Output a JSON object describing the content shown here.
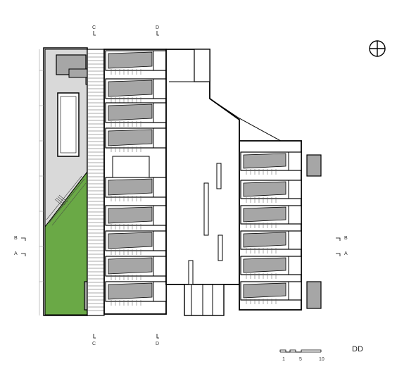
{
  "drawing": {
    "sheet_label": "DD",
    "section_marks": {
      "c_top": "C",
      "d_top": "D",
      "c_bottom": "C",
      "d_bottom": "D",
      "b_left": "B",
      "a_left": "A",
      "b_right": "B",
      "a_right": "A"
    },
    "scale_bar": {
      "labels": [
        "1",
        "5",
        "10"
      ]
    },
    "north_arrow": "north-arrow-icon",
    "colors": {
      "lawn": "#6aa946",
      "paving": "#d9d9d9",
      "stair_block": "#a6a6a6",
      "wall": "#000000"
    }
  }
}
